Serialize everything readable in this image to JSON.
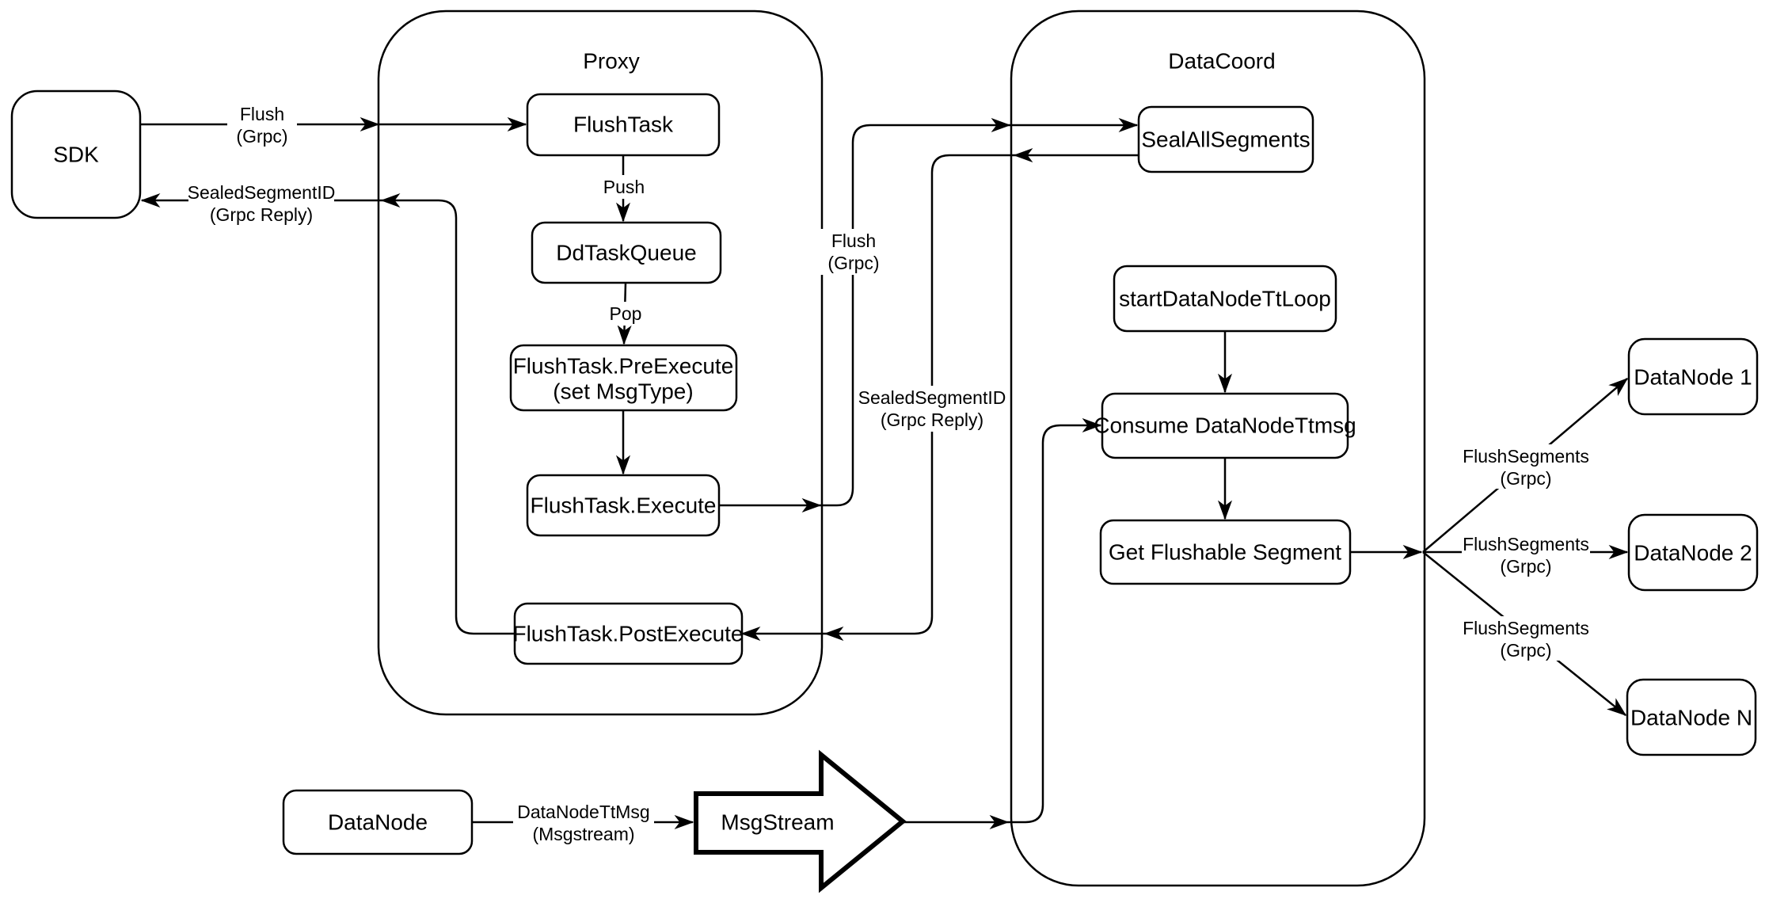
{
  "colors": {
    "stroke": "#000000",
    "background": "#ffffff",
    "node_fill": "#ffffff"
  },
  "containers": {
    "proxy": {
      "title": "Proxy"
    },
    "datacoord": {
      "title": "DataCoord"
    }
  },
  "nodes": {
    "sdk": {
      "label": "SDK"
    },
    "flush_task": {
      "label": "FlushTask"
    },
    "dd_task_queue": {
      "label": "DdTaskQueue"
    },
    "flush_task_pre_execute": {
      "line1": "FlushTask.PreExecute",
      "line2": "(set MsgType)"
    },
    "flush_task_execute": {
      "label": "FlushTask.Execute"
    },
    "flush_task_post_execute": {
      "label": "FlushTask.PostExecute"
    },
    "seal_all_segments": {
      "label": "SealAllSegments"
    },
    "start_data_node_tt_loop": {
      "label": "startDataNodeTtLoop"
    },
    "consume_data_node_ttmsg": {
      "label": "Consume DataNodeTtmsg"
    },
    "get_flushable_segment": {
      "label": "Get Flushable Segment"
    },
    "data_node_1": {
      "label": "DataNode 1"
    },
    "data_node_2": {
      "label": "DataNode 2"
    },
    "data_node_n": {
      "label": "DataNode N"
    },
    "data_node": {
      "label": "DataNode"
    },
    "msg_stream": {
      "label": "MsgStream"
    }
  },
  "edge_labels": {
    "sdk_flush": {
      "line1": "Flush",
      "line2": "(Grpc)"
    },
    "sdk_reply": {
      "line1": "SealedSegmentID",
      "line2": "(Grpc Reply)"
    },
    "push": {
      "text": "Push"
    },
    "pop": {
      "text": "Pop"
    },
    "coord_flush": {
      "line1": "Flush",
      "line2": "(Grpc)"
    },
    "coord_reply": {
      "line1": "SealedSegmentID",
      "line2": "(Grpc Reply)"
    },
    "flush_segments_1": {
      "line1": "FlushSegments",
      "line2": "(Grpc)"
    },
    "flush_segments_2": {
      "line1": "FlushSegments",
      "line2": "(Grpc)"
    },
    "flush_segments_n": {
      "line1": "FlushSegments",
      "line2": "(Grpc)"
    },
    "data_node_tt_msg": {
      "line1": "DataNodeTtMsg",
      "line2": "(Msgstream)"
    }
  }
}
